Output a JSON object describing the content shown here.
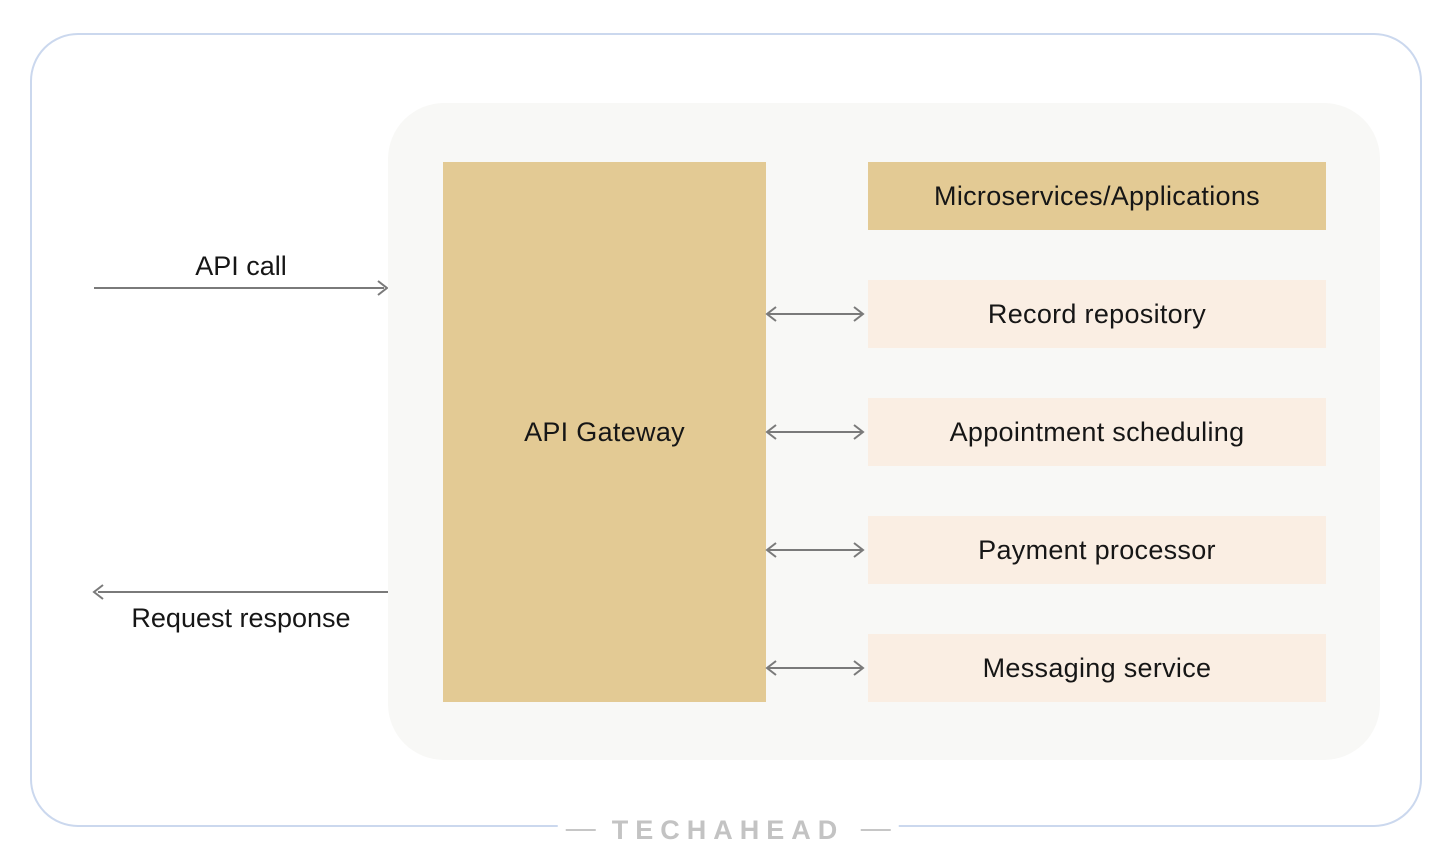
{
  "flows": {
    "api_call": {
      "label": "API call",
      "direction": "into gateway"
    },
    "request_response": {
      "label": "Request response",
      "direction": "out of gateway"
    }
  },
  "gateway": {
    "label": "API Gateway"
  },
  "services_header": {
    "label": "Microservices/Applications"
  },
  "services": [
    {
      "label": "Record repository"
    },
    {
      "label": "Appointment scheduling"
    },
    {
      "label": "Payment processor"
    },
    {
      "label": "Messaging service"
    }
  ],
  "branding": {
    "logo_text": "TECHAHEAD"
  },
  "colors": {
    "accent_tan": "#e3ca94",
    "accent_peach": "#faeee3",
    "panel_bg": "#f8f8f6",
    "border_blue": "#cbd8ee",
    "arrow_gray": "#7a7a7a",
    "logo_gray": "#c3c3c3",
    "text_dark": "#161616"
  }
}
